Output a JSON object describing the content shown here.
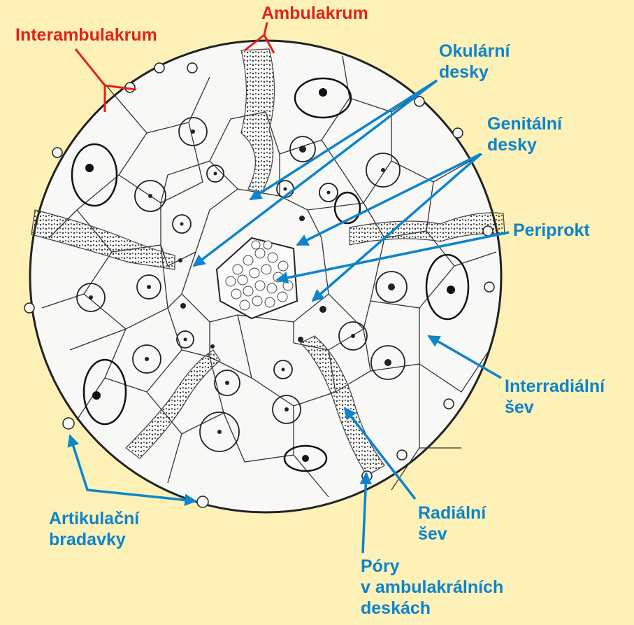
{
  "colors": {
    "background": "#fdf1b8",
    "red_label": "#e2231a",
    "blue_label": "#0d84cc",
    "plate_outline": "#222222",
    "plate_fill": "#f8f8f6"
  },
  "labels": {
    "interambulakrum": "Interambulakrum",
    "ambulakrum": "Ambulakrum",
    "okularni_1": "Okulární",
    "okularni_2": "desky",
    "genitalni_1": "Genitální",
    "genitalni_2": "desky",
    "periprokt": "Periprokt",
    "interradialni_1": "Interradiální",
    "interradialni_2": "šev",
    "radialni_1": "Radiální",
    "radialni_2": "šev",
    "artikulacni_1": "Artikulační",
    "artikulacni_2": "bradavky",
    "pory_1": "Póry",
    "pory_2": "v ambulakrálních",
    "pory_3": "deskách"
  }
}
